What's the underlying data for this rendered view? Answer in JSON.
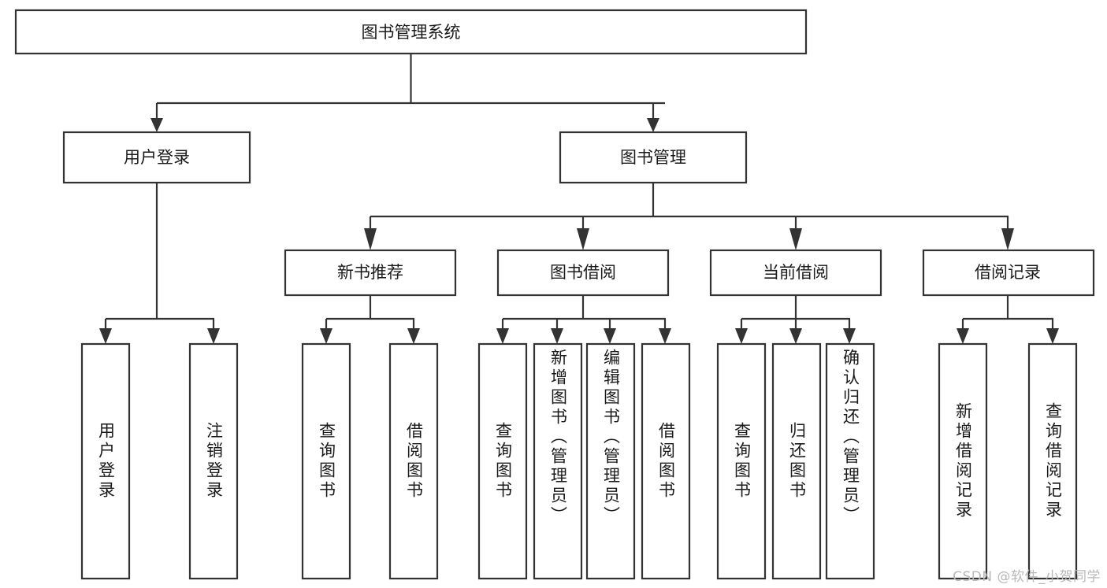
{
  "diagram": {
    "type": "tree-hierarchy",
    "title": "图书管理系统",
    "watermark": "CSDN @软件_小贺同学",
    "colors": {
      "background": "#ffffff",
      "box_fill": "#ffffff",
      "box_stroke": "#333333",
      "text": "#1a1a1a",
      "watermark": "#b8b8b8"
    },
    "levels": {
      "root": {
        "label": "图书管理系统"
      },
      "level2": [
        {
          "id": "user-login",
          "label": "用户登录"
        },
        {
          "id": "book-manage",
          "label": "图书管理"
        }
      ],
      "level3": [
        {
          "id": "new-book-recommend",
          "label": "新书推荐",
          "parent": "book-manage"
        },
        {
          "id": "book-borrow",
          "label": "图书借阅",
          "parent": "book-manage"
        },
        {
          "id": "current-borrow",
          "label": "当前借阅",
          "parent": "book-manage"
        },
        {
          "id": "borrow-record",
          "label": "借阅记录",
          "parent": "book-manage"
        }
      ],
      "leaves": [
        {
          "id": "leaf-user-login",
          "label": "用户登录",
          "parent": "user-login"
        },
        {
          "id": "leaf-logout",
          "label": "注销登录",
          "parent": "user-login"
        },
        {
          "id": "leaf-query-book-1",
          "label": "查询图书",
          "parent": "new-book-recommend"
        },
        {
          "id": "leaf-borrow-book-1",
          "label": "借阅图书",
          "parent": "new-book-recommend"
        },
        {
          "id": "leaf-query-book-2",
          "label": "查询图书",
          "parent": "book-borrow"
        },
        {
          "id": "leaf-add-book",
          "label": "新增图书（管理员）",
          "parent": "book-borrow"
        },
        {
          "id": "leaf-edit-book",
          "label": "编辑图书（管理员）",
          "parent": "book-borrow"
        },
        {
          "id": "leaf-borrow-book-2",
          "label": "借阅图书",
          "parent": "book-borrow"
        },
        {
          "id": "leaf-query-book-3",
          "label": "查询图书",
          "parent": "current-borrow"
        },
        {
          "id": "leaf-return-book",
          "label": "归还图书",
          "parent": "current-borrow"
        },
        {
          "id": "leaf-confirm-return",
          "label": "确认归还（管理员）",
          "parent": "current-borrow"
        },
        {
          "id": "leaf-add-record",
          "label": "新增借阅记录",
          "parent": "borrow-record"
        },
        {
          "id": "leaf-query-record",
          "label": "查询借阅记录",
          "parent": "borrow-record"
        }
      ]
    }
  }
}
